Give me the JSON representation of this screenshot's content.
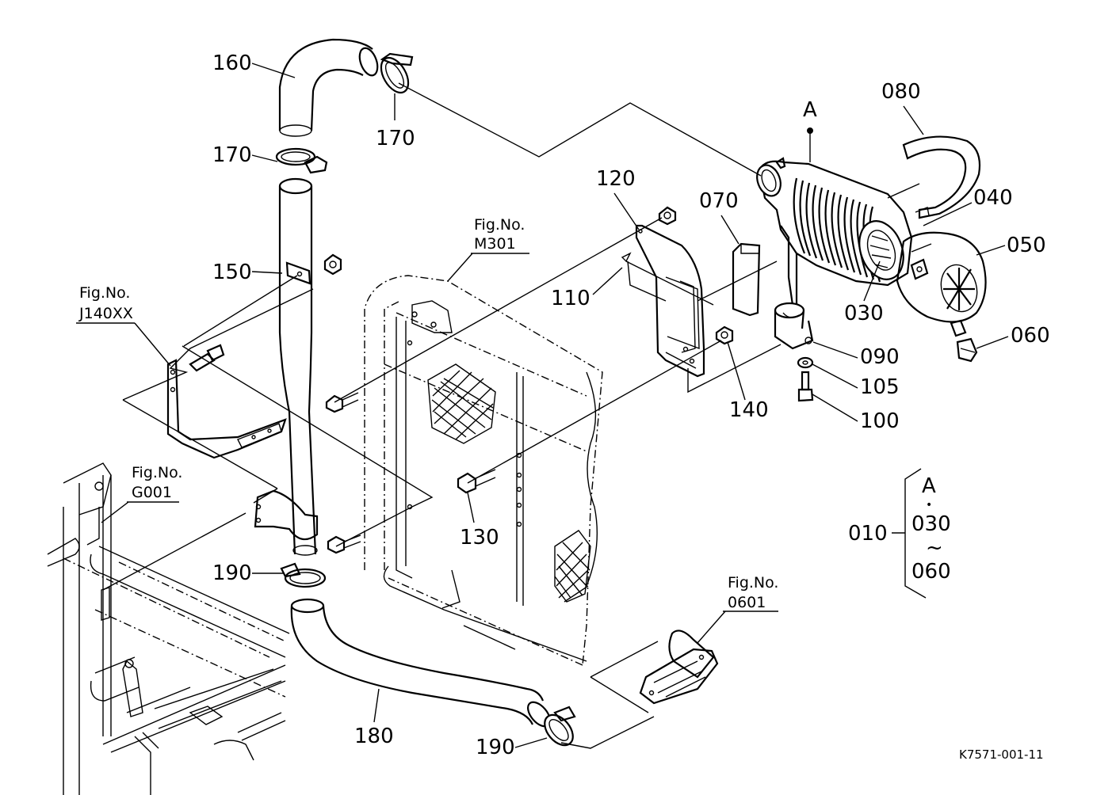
{
  "diagram": {
    "drawing_code": "K7571-001-11",
    "part_labels": {
      "p010": "010",
      "p030": "030",
      "p040": "040",
      "p050": "050",
      "p060": "060",
      "p070": "070",
      "p080": "080",
      "p090": "090",
      "p100": "100",
      "p105": "105",
      "p110": "110",
      "p120": "120",
      "p130": "130",
      "p140": "140",
      "p150": "150",
      "p160": "160",
      "p170a": "170",
      "p170b": "170",
      "p180": "180",
      "p190a": "190",
      "p190b": "190"
    },
    "assembly_marker": "A",
    "legend": {
      "top": "A",
      "dot": "•",
      "from": "030",
      "tilde": "~",
      "to": "060",
      "group": "010"
    },
    "figure_refs": [
      {
        "line1": "Fig.No.",
        "line2": "M301"
      },
      {
        "line1": "Fig.No.",
        "line2": "J140XX"
      },
      {
        "line1": "Fig.No.",
        "line2": "G001"
      },
      {
        "line1": "Fig.No.",
        "line2": "0601"
      }
    ]
  }
}
